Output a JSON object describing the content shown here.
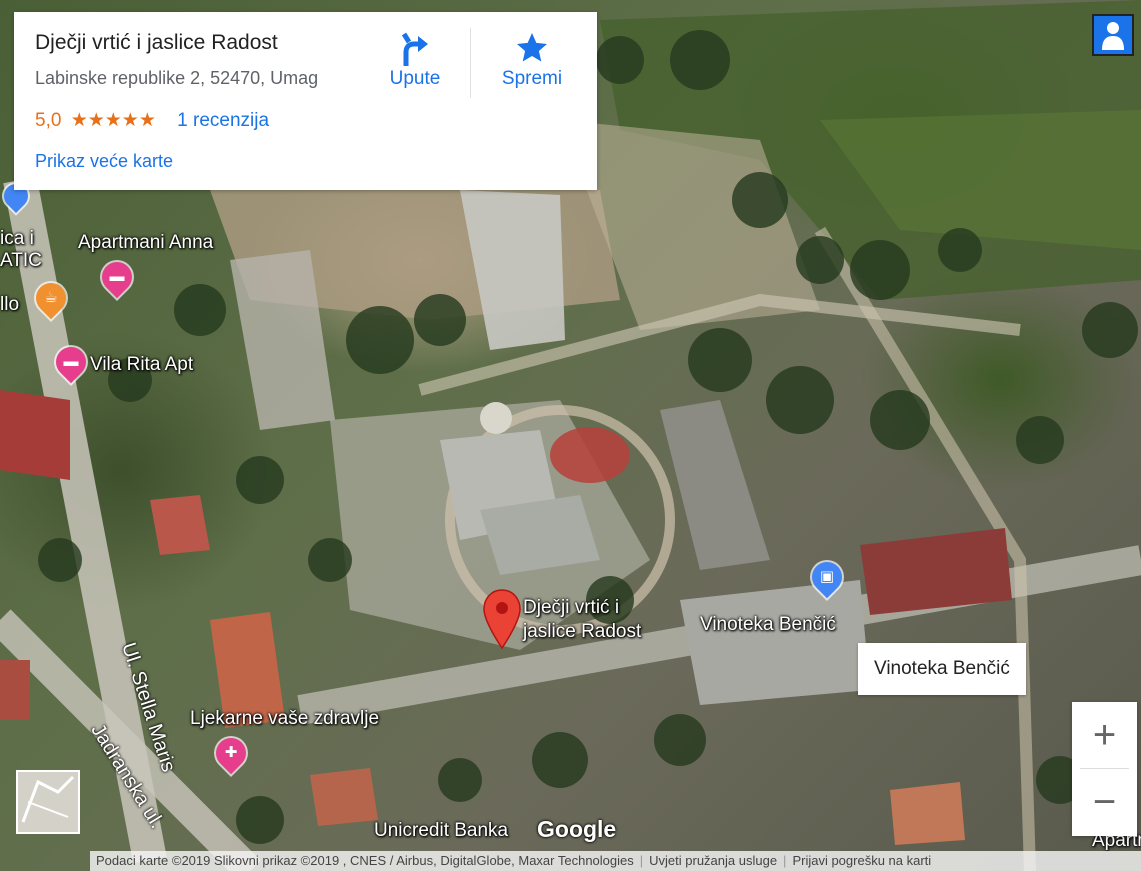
{
  "info_card": {
    "title": "Dječji vrtić i jaslice Radost",
    "address": "Labinske republike 2, 52470, Umag",
    "rating": "5,0",
    "stars": "★★★★★",
    "reviews_link": "1 recenzija",
    "larger_map_link": "Prikaz veće karte",
    "directions_label": "Upute",
    "save_label": "Spremi"
  },
  "map_labels": {
    "main_place": "Dječji vrtić i jaslice Radost",
    "apartmani_anna": "Apartmani Anna",
    "vila_rita": "Vila Rita Apt",
    "vinoteka": "Vinoteka Benčić",
    "ljekarne": "Ljekarne vaše zdravlje",
    "unicredit": "Unicredit Banka",
    "apartm_edge": "Apartm",
    "ica_edge": "ica i",
    "atic_edge": "ATIC",
    "llo_edge": "llo"
  },
  "streets": {
    "stella_maris": "Ul. Stella Maris",
    "jadranska": "Jadranska ul."
  },
  "tooltip": "Vinoteka Benčić",
  "controls": {
    "zoom_in": "+",
    "zoom_out": "−"
  },
  "google_logo": "Google",
  "attribution": {
    "map_data": "Podaci karte ©2019 Slikovni prikaz ©2019 , CNES / Airbus, DigitalGlobe, Maxar Technologies",
    "terms": "Uvjeti pružanja usluge",
    "report": "Prijavi pogrešku na karti"
  },
  "colors": {
    "link_blue": "#1a73e8",
    "rating_orange": "#e7711b",
    "pin_red": "#ea4335",
    "hotel_pink": "#e63e8d",
    "cafe_orange": "#f0902f",
    "shop_blue": "#4285f4"
  }
}
